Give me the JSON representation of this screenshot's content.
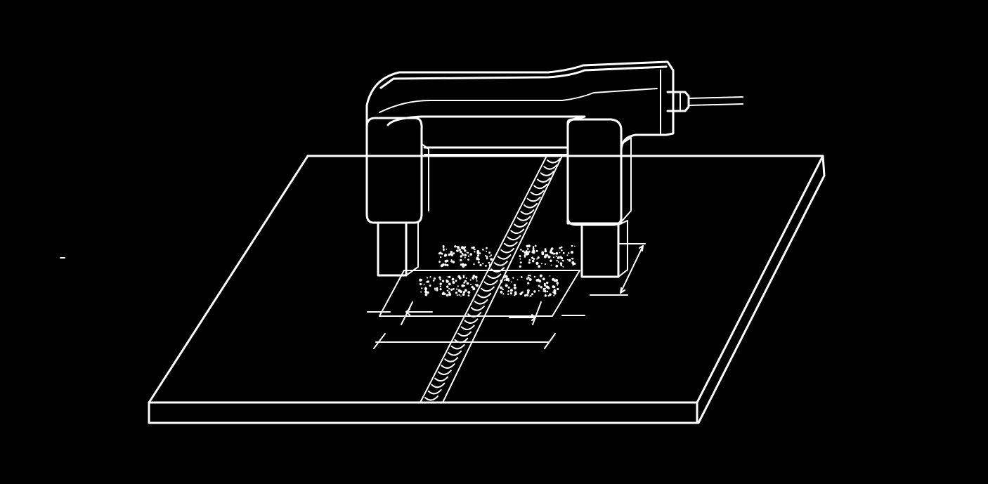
{
  "figure": {
    "background_color": "#000000",
    "line_color": "#ffffff",
    "parts": {
      "plate": "plate",
      "weld_seam": "weld-seam",
      "magnetizing_yoke": "magnetizing-yoke",
      "cable": "cable",
      "inspection_area": "inspection-area"
    }
  }
}
